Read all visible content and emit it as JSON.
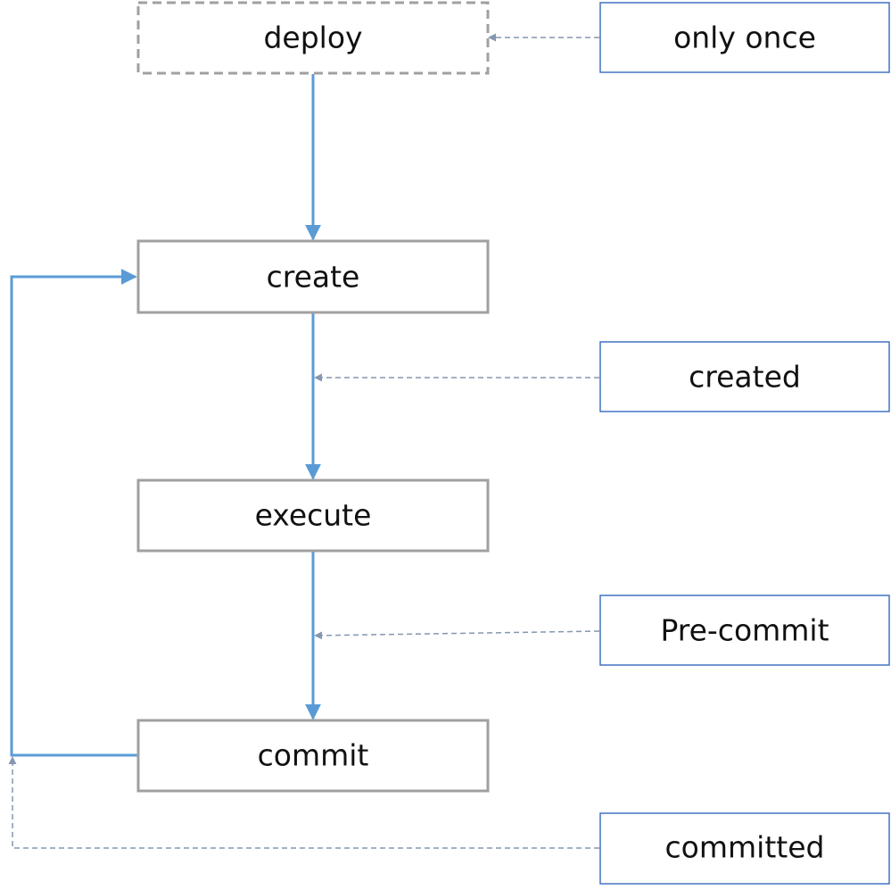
{
  "diagram": {
    "steps": {
      "deploy": "deploy",
      "create": "create",
      "execute": "execute",
      "commit": "commit"
    },
    "events": {
      "only_once": "only once",
      "created": "created",
      "pre_commit": "Pre-commit",
      "committed": "committed"
    },
    "colors": {
      "flow_arrow": "#5b9bd5",
      "event_arrow": "#8497b0",
      "step_border": "#a0a0a0",
      "event_border": "#4472c4",
      "text": "#111111"
    }
  }
}
